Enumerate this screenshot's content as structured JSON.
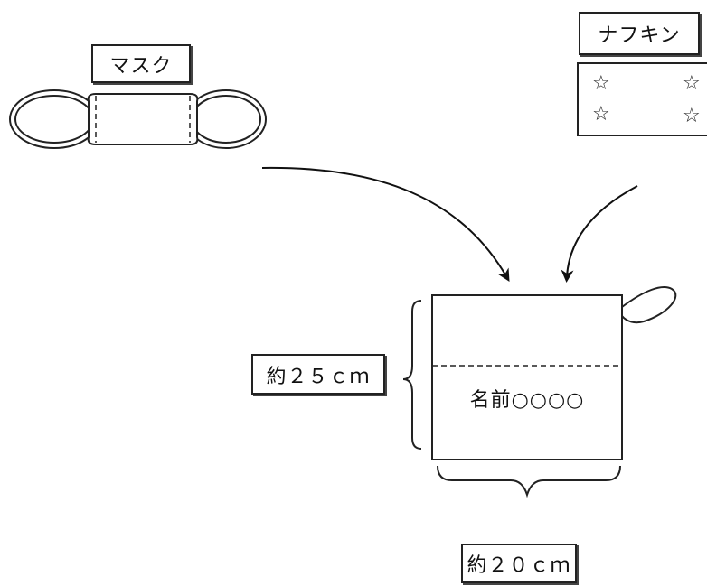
{
  "mask": {
    "label": "マスク"
  },
  "napkin": {
    "label": "ナフキン",
    "pattern_icons": [
      "star-icon",
      "star-icon",
      "star-icon",
      "star-icon"
    ]
  },
  "bag": {
    "name_text": "名前○○○○"
  },
  "dimensions": {
    "height_label": "約２５ｃｍ",
    "width_label": "約２０ｃｍ"
  }
}
